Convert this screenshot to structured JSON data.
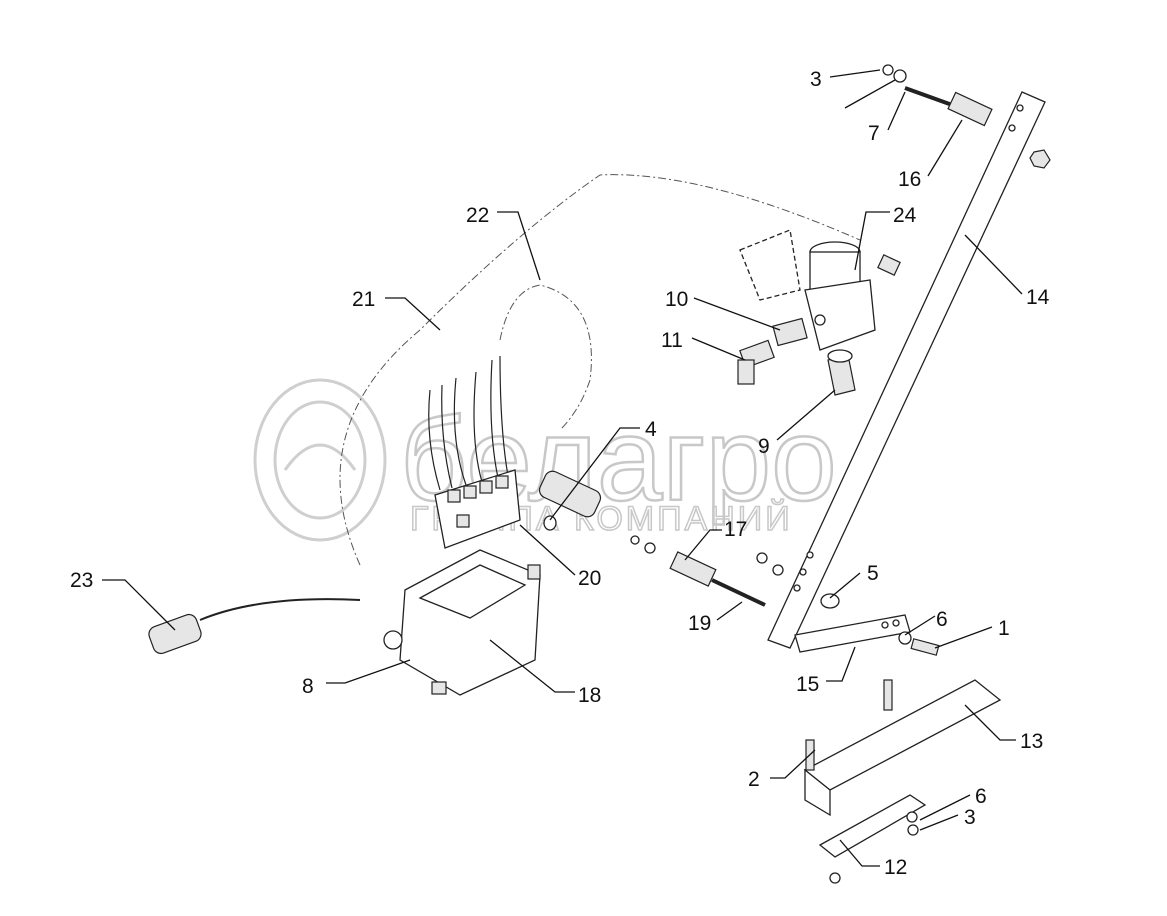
{
  "watermark": {
    "brand": "белагро",
    "subtitle": "ГРУППА КОМПАНИЙ"
  },
  "callouts": {
    "c1": "1",
    "c2": "2",
    "c3a": "3",
    "c3b": "3",
    "c4": "4",
    "c5": "5",
    "c6a": "6",
    "c6b": "6",
    "c7": "7",
    "c8": "8",
    "c9": "9",
    "c10": "10",
    "c11": "11",
    "c12": "12",
    "c13": "13",
    "c14": "14",
    "c15": "15",
    "c16": "16",
    "c17": "17",
    "c18": "18",
    "c19": "19",
    "c20": "20",
    "c21": "21",
    "c22": "22",
    "c23": "23",
    "c24": "24"
  }
}
